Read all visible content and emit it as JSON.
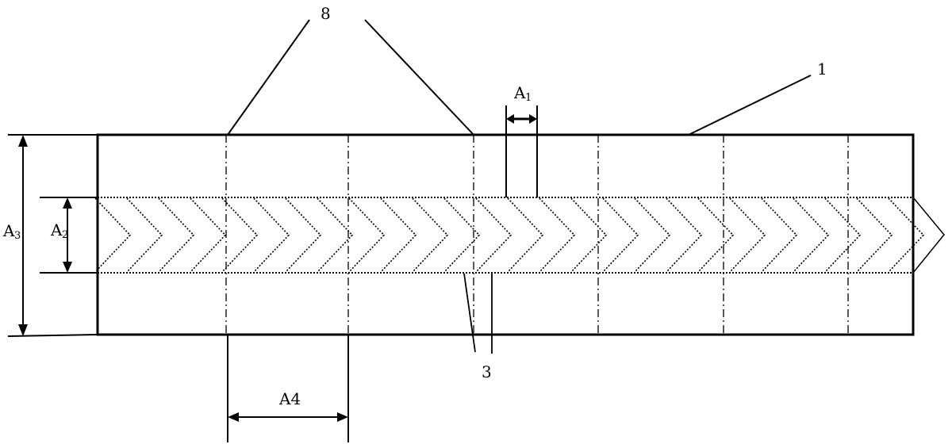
{
  "labels": {
    "part_8": "8",
    "part_1": "1",
    "part_3": "3",
    "dim_a1": "A",
    "dim_a1_sub": "1",
    "dim_a2": "A",
    "dim_a2_sub": "2",
    "dim_a3": "A",
    "dim_a3_sub": "3",
    "dim_a4": "A4"
  },
  "colors": {
    "stroke": "#000000",
    "background": "#ffffff"
  }
}
